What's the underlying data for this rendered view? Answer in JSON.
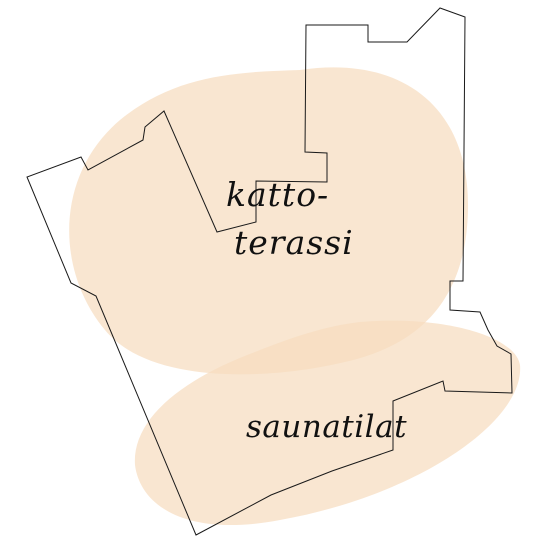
{
  "labels": {
    "rooftop_terrace_line1": "katto-",
    "rooftop_terrace_line2": "terassi",
    "sauna_area": "saunatilat"
  },
  "colors": {
    "zone_fill": "#f6dcbf",
    "outline": "#1a1a1a",
    "text": "#111111",
    "background": "#ffffff"
  }
}
